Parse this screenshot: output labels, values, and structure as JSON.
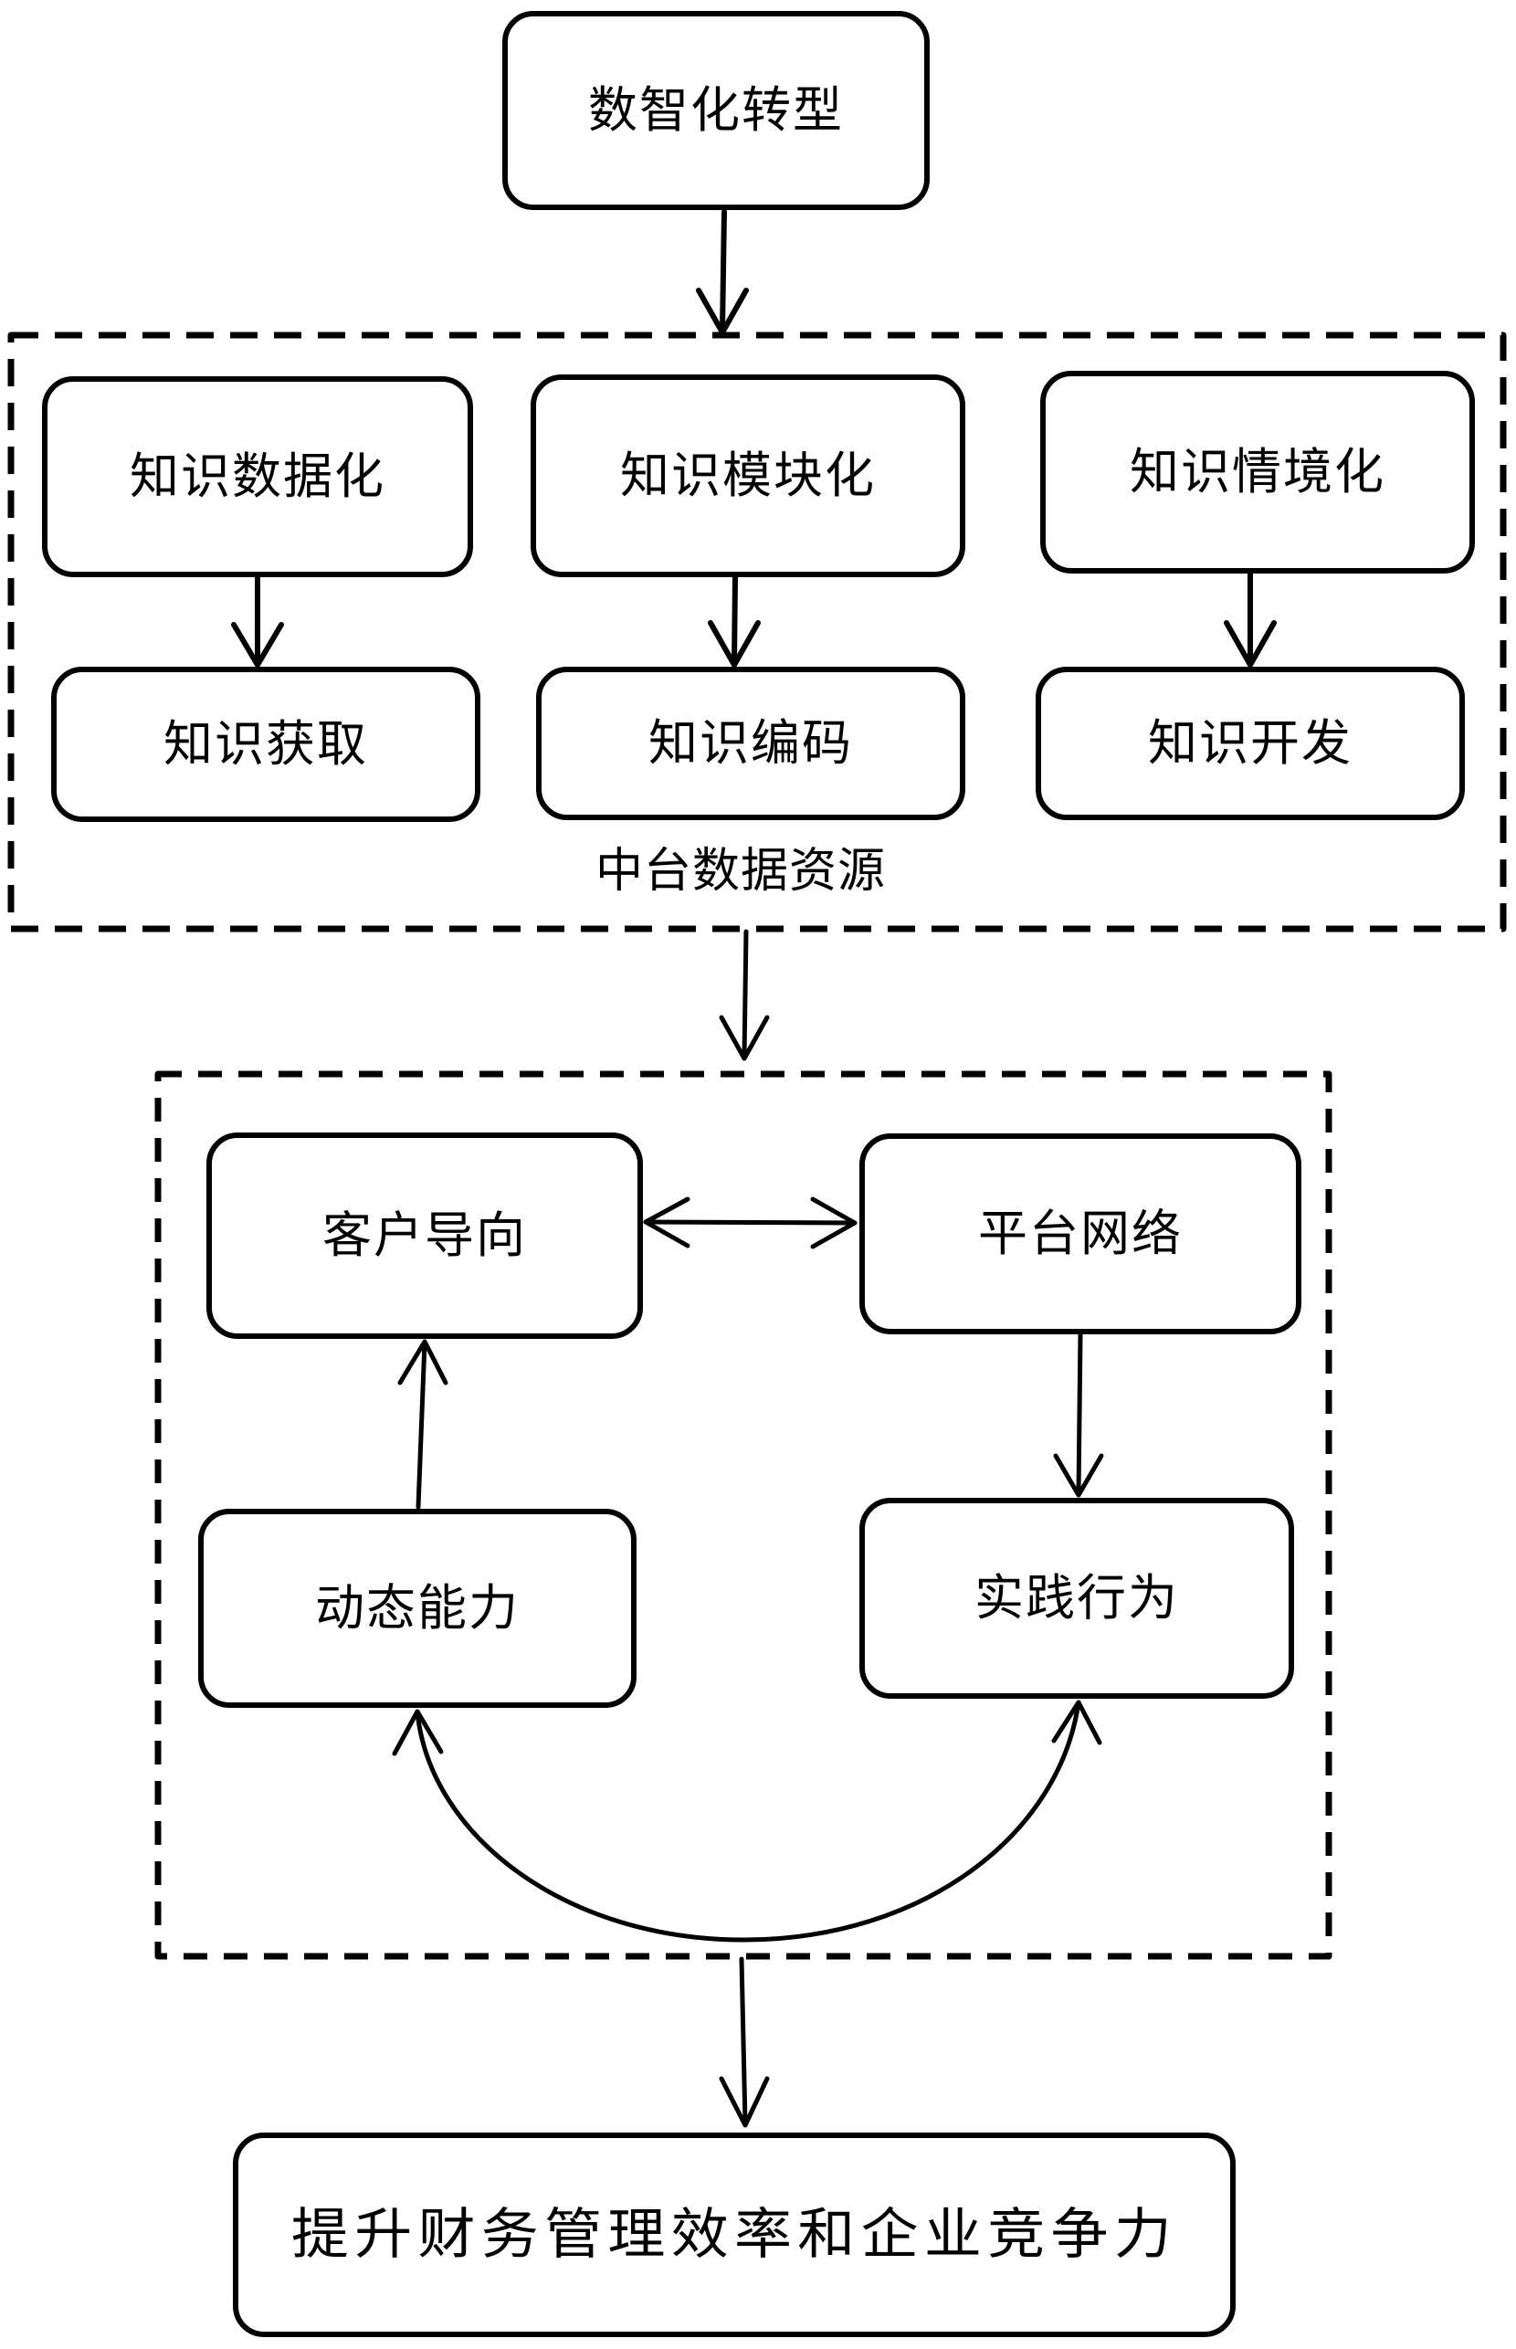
{
  "diagram": {
    "top": {
      "label": "数智化转型"
    },
    "group1": {
      "label": "中台数据资源",
      "columns": [
        {
          "upper": "知识数据化",
          "lower": "知识获取"
        },
        {
          "upper": "知识模块化",
          "lower": "知识编码"
        },
        {
          "upper": "知识情境化",
          "lower": "知识开发"
        }
      ]
    },
    "group2": {
      "nodes": {
        "customer": "客户导向",
        "platform": "平台网络",
        "dynamic": "动态能力",
        "practice": "实践行为"
      }
    },
    "final": {
      "label": "提升财务管理效率和企业竞争力"
    },
    "edges": [
      {
        "from": "数智化转型",
        "to": "中台数据资源",
        "type": "arrow"
      },
      {
        "from": "知识数据化",
        "to": "知识获取",
        "type": "arrow"
      },
      {
        "from": "知识模块化",
        "to": "知识编码",
        "type": "arrow"
      },
      {
        "from": "知识情境化",
        "to": "知识开发",
        "type": "arrow"
      },
      {
        "from": "中台数据资源",
        "to": "group2",
        "type": "arrow"
      },
      {
        "from": "客户导向",
        "to": "平台网络",
        "type": "bidirectional"
      },
      {
        "from": "平台网络",
        "to": "实践行为",
        "type": "arrow"
      },
      {
        "from": "动态能力",
        "to": "客户导向",
        "type": "arrow"
      },
      {
        "from": "动态能力",
        "to": "实践行为",
        "type": "curved-bidirectional"
      },
      {
        "from": "group2",
        "to": "提升财务管理效率和企业竞争力",
        "type": "arrow"
      }
    ]
  }
}
